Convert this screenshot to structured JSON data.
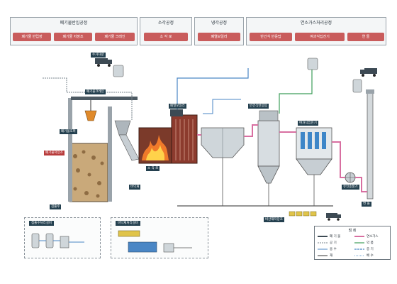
{
  "header": {
    "sections": [
      {
        "title": "폐기물반입공정",
        "steps": [
          "폐기물 반입장",
          "폐기물 저장조",
          "폐기물 크레인"
        ]
      },
      {
        "title": "소각공정",
        "steps": [
          "소 각 로"
        ]
      },
      {
        "title": "냉각공정",
        "steps": [
          "폐열보일러"
        ]
      },
      {
        "title": "연소가스처리공정",
        "steps": [
          "반건식 반응탑",
          "여과식집진기",
          "연 돌"
        ]
      }
    ]
  },
  "labels": {
    "crane": "폐기물크레인",
    "pit": "폐기물저장조",
    "hopper": "폐기물호퍼",
    "stack": "연 돌",
    "boiler": "폐열보일러",
    "incinerator": "소 각 로",
    "reactor": "반건식반응탑",
    "bagfilter": "여과식집진기",
    "ash": "비산재저장조",
    "idfan": "유인송풍기",
    "truck_in": "수거차량",
    "leachate": "침출수",
    "slag": "바닥재"
  },
  "panels": {
    "left": {
      "title": "침출수처리설비"
    },
    "right": {
      "title": "바닥재처리설비"
    }
  },
  "legend": {
    "title": "범 례",
    "rows": [
      [
        "폐 기 물",
        "연소가스"
      ],
      [
        "공 기",
        "약 품"
      ],
      [
        "용 수",
        "증 기"
      ],
      [
        "재",
        "배 수"
      ]
    ]
  },
  "colors": {
    "accent": "#c95c5c",
    "dark": "#24404f",
    "fire": "#d2542e",
    "steel": "#c7ced3",
    "pipe_blue": "#4a86c5",
    "pipe_pink": "#d86fa1",
    "pipe_green": "#3e9e5a"
  }
}
